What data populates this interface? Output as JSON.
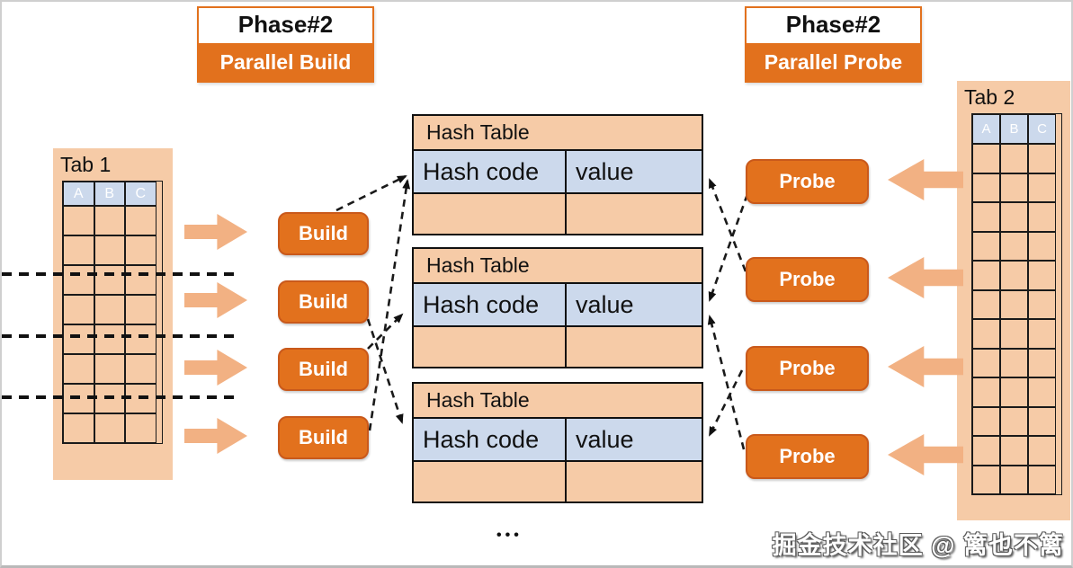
{
  "phases": {
    "build": {
      "title": "Phase#2",
      "subtitle": "Parallel Build"
    },
    "probe": {
      "title": "Phase#2",
      "subtitle": "Parallel Probe"
    }
  },
  "tables": {
    "tab1": {
      "label": "Tab 1",
      "columns": [
        "A",
        "B",
        "C"
      ],
      "rows": 8
    },
    "tab2": {
      "label": "Tab 2",
      "columns": [
        "A",
        "B",
        "C"
      ],
      "rows": 12
    }
  },
  "build_buttons": [
    "Build",
    "Build",
    "Build",
    "Build"
  ],
  "probe_buttons": [
    "Probe",
    "Probe",
    "Probe",
    "Probe"
  ],
  "hash_tables": [
    {
      "title": "Hash Table",
      "columns": [
        "Hash code",
        "value"
      ]
    },
    {
      "title": "Hash Table",
      "columns": [
        "Hash code",
        "value"
      ]
    },
    {
      "title": "Hash Table",
      "columns": [
        "Hash code",
        "value"
      ]
    }
  ],
  "connections": [
    {
      "from": "build-1",
      "to": "hash-table-1"
    },
    {
      "from": "build-2",
      "to": "hash-table-3"
    },
    {
      "from": "build-3",
      "to": "hash-table-2"
    },
    {
      "from": "build-4",
      "to": "hash-table-1"
    },
    {
      "from": "probe-1",
      "to": "hash-table-2"
    },
    {
      "from": "probe-2",
      "to": "hash-table-1"
    },
    {
      "from": "probe-3",
      "to": "hash-table-3"
    },
    {
      "from": "probe-4",
      "to": "hash-table-2"
    }
  ],
  "ellipsis": "•••",
  "watermark": "掘金技术社区 @ 篱也不篱",
  "colors": {
    "orange": "#e2711d",
    "orange_dark": "#c9591b",
    "arrow_light": "#f2b183",
    "peach": "#f6cba7",
    "header_blue": "#ccd9ec",
    "line": "#1a1a1a"
  }
}
